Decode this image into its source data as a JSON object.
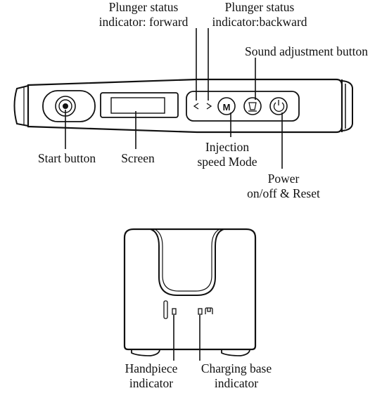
{
  "labels": {
    "plunger_forward": [
      "Plunger status",
      "indicator: forward"
    ],
    "plunger_backward": [
      "Plunger status",
      "indicator:backward"
    ],
    "sound_button": "Sound adjustment button",
    "start_button": "Start button",
    "screen": "Screen",
    "injection_speed": [
      "Injection",
      "speed Mode"
    ],
    "power": [
      "Power",
      "on/off & Reset"
    ],
    "handpiece_indicator": [
      "Handpiece",
      "indicator"
    ],
    "charging_base_indicator": [
      "Charging base",
      "indicator"
    ]
  },
  "buttons": {
    "speed_mode_glyph": "M"
  },
  "colors": {
    "line": "#111111",
    "background": "#ffffff"
  }
}
